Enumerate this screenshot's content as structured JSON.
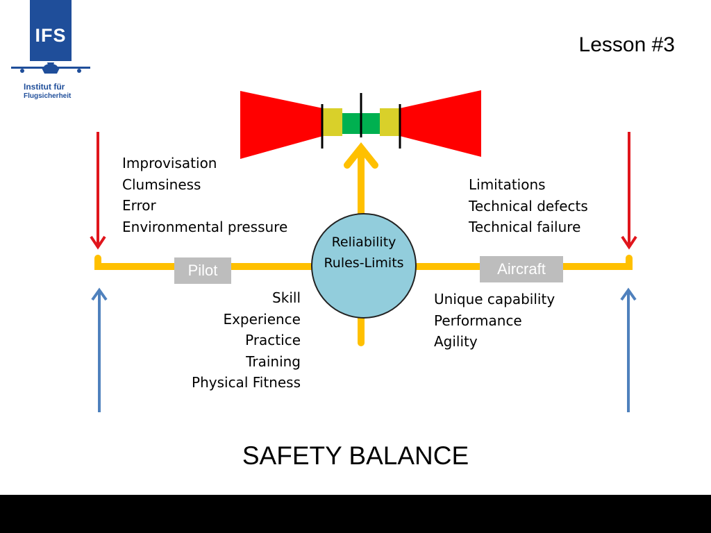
{
  "logo": {
    "letters": "IFS",
    "line1": "Institut für",
    "line2": "Flugsicherheit"
  },
  "lesson": "Lesson #3",
  "left_upper_factors": [
    "Improvisation",
    "Clumsiness",
    "Error",
    "Environmental pressure"
  ],
  "right_upper_factors": [
    "Limitations",
    "Technical  defects",
    "Technical failure"
  ],
  "left_lower_factors": [
    "Skill",
    "Experience ",
    "Practice",
    "Training",
    "Physical Fitness"
  ],
  "right_lower_factors": [
    "Unique capability",
    "Performance",
    "Agility"
  ],
  "pilot_label": "Pilot",
  "aircraft_label": "Aircraft",
  "center": {
    "line1": "Reliability",
    "line2": "Rules-Limits"
  },
  "title": "SAFETY BALANCE",
  "colors": {
    "balance_beam": "#ffc000",
    "pressure_arrow": "#e0151c",
    "support_arrow": "#4f81bd",
    "center_circle": "#92cddc",
    "gauge_red": "#ff0000",
    "gauge_yellow": "#d9d02a",
    "gauge_green": "#00b050",
    "logo_blue": "#1f4e9a"
  }
}
